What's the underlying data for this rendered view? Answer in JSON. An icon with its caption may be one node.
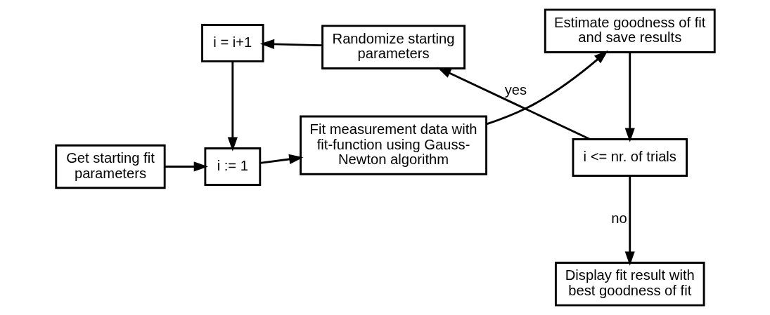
{
  "diagram": {
    "nodes": [
      {
        "text": [
          "Get starting fit parameters"
        ]
      },
      {
        "text": [
          "i := 1"
        ]
      },
      {
        "text": [
          "Fit measurement data with fit-function using Gauss-Newton algorithm"
        ]
      },
      {
        "text": [
          "Estimate goodness of fit and save results"
        ]
      },
      {
        "text": [
          "i <= nr. of trials"
        ]
      },
      {
        "text": [
          "Randomize starting parameters"
        ]
      },
      {
        "text": [
          "i = i+1"
        ]
      },
      {
        "text": [
          "Display fit result with best goodness of fit"
        ]
      }
    ],
    "edges": [
      {
        "from": 0,
        "to": 1,
        "arrow": "to"
      },
      {
        "from": 1,
        "to": 2,
        "arrow": "to"
      },
      {
        "from": 2,
        "to": 3,
        "arrow": "to"
      },
      {
        "from": 3,
        "to": 4,
        "arrow": "to"
      },
      {
        "from": 4,
        "to": 5,
        "arrow": "to",
        "label": "yes"
      },
      {
        "from": 5,
        "to": 6,
        "arrow": "to"
      },
      {
        "from": 6,
        "to": 1,
        "arrow": "to"
      },
      {
        "from": 4,
        "to": 7,
        "arrow": "to",
        "label": "no"
      }
    ]
  }
}
